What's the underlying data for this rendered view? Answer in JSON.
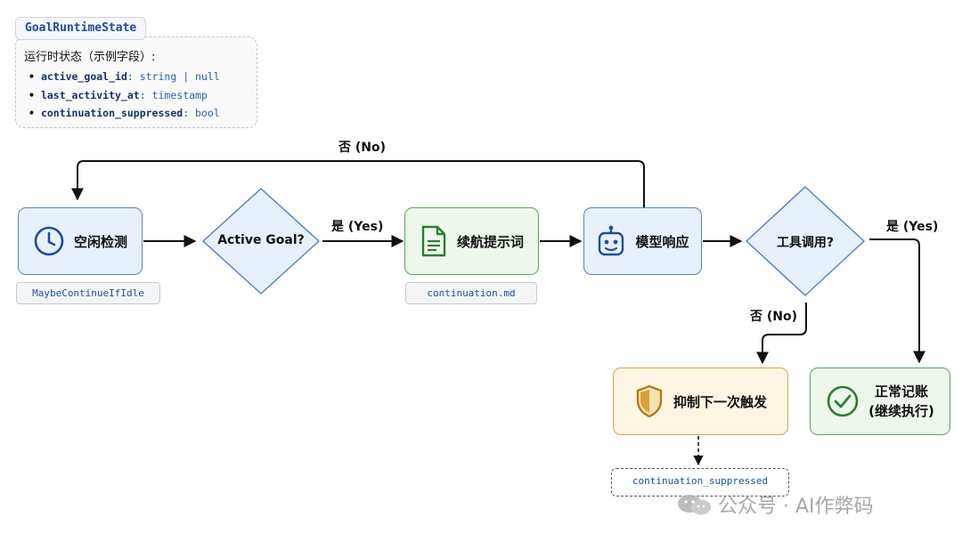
{
  "state": {
    "title": "GoalRuntimeState",
    "subtitle": "运行时状态（示例字段）:",
    "fields": [
      {
        "name": "active_goal_id",
        "type": "string | null"
      },
      {
        "name": "last_activity_at",
        "type": "timestamp"
      },
      {
        "name": "continuation_suppressed",
        "type": "bool"
      }
    ]
  },
  "nodes": {
    "idle": {
      "label": "空闲检测",
      "tag": "MaybeContinueIfIdle",
      "icon": "clock-icon"
    },
    "active_goal": {
      "label": "Active Goal?"
    },
    "prompt": {
      "label": "续航提示词",
      "tag": "continuation.md",
      "icon": "document-icon"
    },
    "model": {
      "label": "模型响应",
      "icon": "robot-icon"
    },
    "tool_call": {
      "label": "工具调用?"
    },
    "suppress": {
      "label": "抑制下一次触发",
      "tag": "continuation_suppressed",
      "icon": "shield-icon"
    },
    "normal": {
      "label_line1": "正常记账",
      "label_line2": "(继续执行)",
      "icon": "check-circle-icon"
    }
  },
  "edges": {
    "loop_no": "否 (No)",
    "active_yes": "是 (Yes)",
    "tool_yes": "是 (Yes)",
    "tool_no": "否 (No)"
  },
  "watermark": "公众号 · AI作弊码",
  "colors": {
    "blue_fill": "#e8f0fb",
    "blue_border": "#5b84c4",
    "green_fill": "#edf7ec",
    "green_border": "#5aa55e",
    "yellow_fill": "#fdf6e2",
    "yellow_border": "#d7a94a"
  }
}
